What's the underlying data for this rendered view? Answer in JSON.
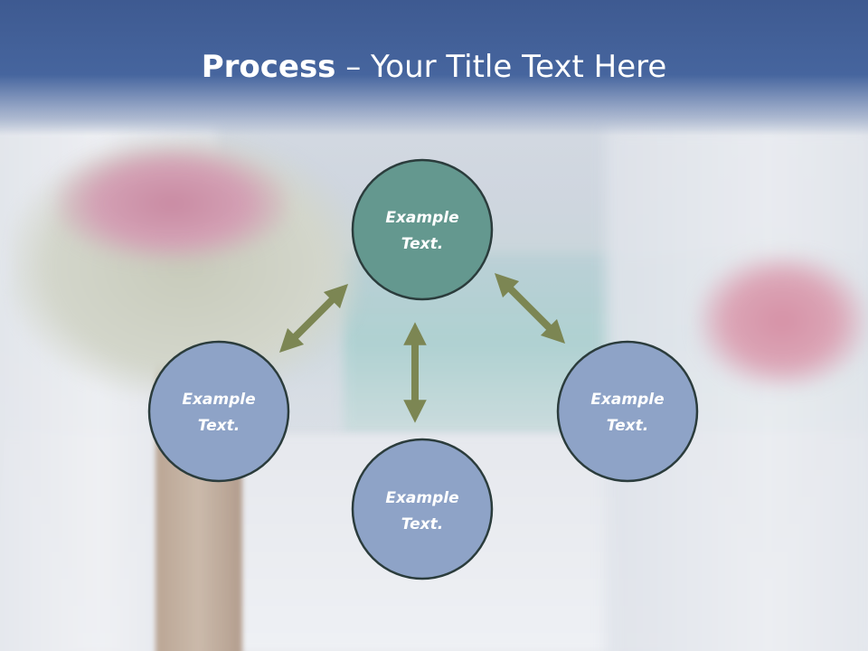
{
  "title": {
    "bold": "Process",
    "rest": " – Your Title Text Here"
  },
  "nodes": [
    {
      "line1": "Example",
      "line2": "Text.",
      "fill": "#64988f"
    },
    {
      "line1": "Example",
      "line2": "Text.",
      "fill": "#8ea3c7"
    },
    {
      "line1": "Example",
      "line2": "Text.",
      "fill": "#8ea3c7"
    },
    {
      "line1": "Example",
      "line2": "Text.",
      "fill": "#8ea3c7"
    }
  ],
  "colors": {
    "node_stroke": "#2b3c3c",
    "arrow": "#7c8653",
    "title_bar": "#46659e"
  }
}
